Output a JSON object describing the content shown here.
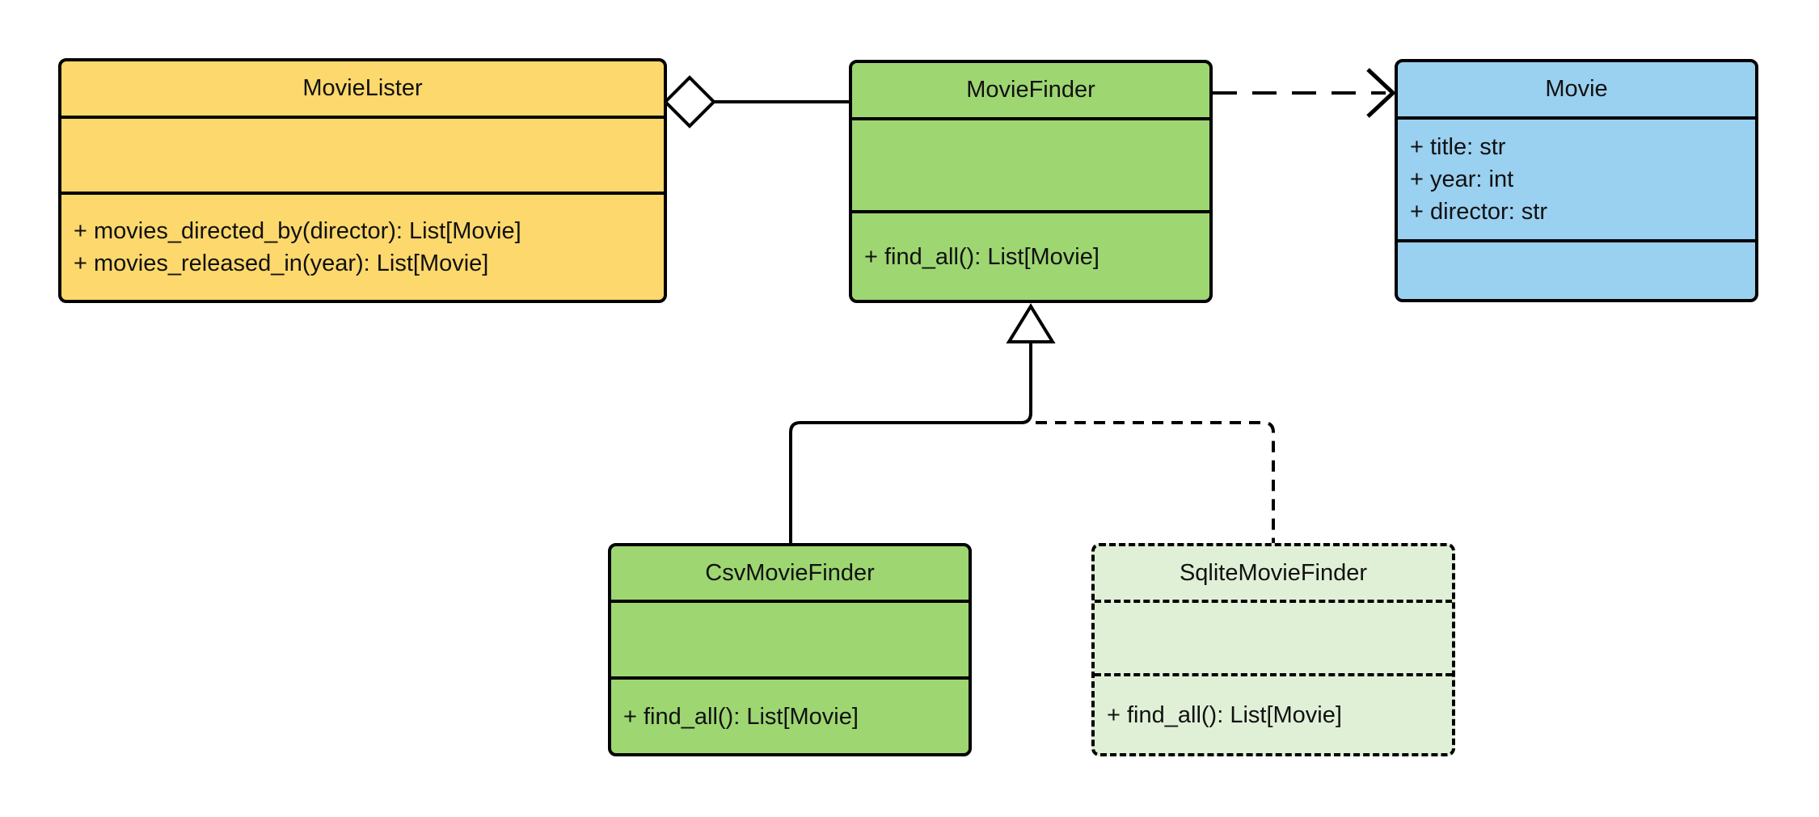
{
  "canvas": {
    "background": "#FFFFFF",
    "stroke": "#000000"
  },
  "classes": {
    "movie_lister": {
      "name": "MovieLister",
      "fill": "#FDD86C",
      "border": "solid",
      "attributes": [],
      "methods": [
        "+ movies_directed_by(director): List[Movie]",
        "+ movies_released_in(year): List[Movie]"
      ]
    },
    "movie_finder": {
      "name": "MovieFinder",
      "fill": "#9ED672",
      "border": "solid",
      "attributes": [],
      "methods": [
        "+ find_all(): List[Movie]"
      ]
    },
    "movie": {
      "name": "Movie",
      "fill": "#9AD0F0",
      "border": "solid",
      "attributes": [
        "+ title: str",
        "+ year: int",
        "+ director: str"
      ],
      "methods": []
    },
    "csv_movie_finder": {
      "name": "CsvMovieFinder",
      "fill": "#9ED672",
      "border": "solid",
      "attributes": [],
      "methods": [
        "+ find_all(): List[Movie]"
      ]
    },
    "sqlite_movie_finder": {
      "name": "SqliteMovieFinder",
      "fill": "#E0F0D7",
      "border": "dashed",
      "attributes": [],
      "methods": [
        "+ find_all(): List[Movie]"
      ]
    }
  },
  "relationships": [
    {
      "from": "MovieLister",
      "to": "MovieFinder",
      "type": "aggregation",
      "line": "solid",
      "marker": "hollow-diamond-at-MovieLister"
    },
    {
      "from": "MovieFinder",
      "to": "Movie",
      "type": "dependency",
      "line": "dashed",
      "marker": "open-arrow-at-Movie"
    },
    {
      "from": "CsvMovieFinder",
      "to": "MovieFinder",
      "type": "inheritance",
      "line": "solid",
      "marker": "hollow-triangle-at-MovieFinder"
    },
    {
      "from": "SqliteMovieFinder",
      "to": "MovieFinder",
      "type": "inheritance",
      "line": "dashed",
      "marker": "hollow-triangle-at-MovieFinder"
    }
  ]
}
